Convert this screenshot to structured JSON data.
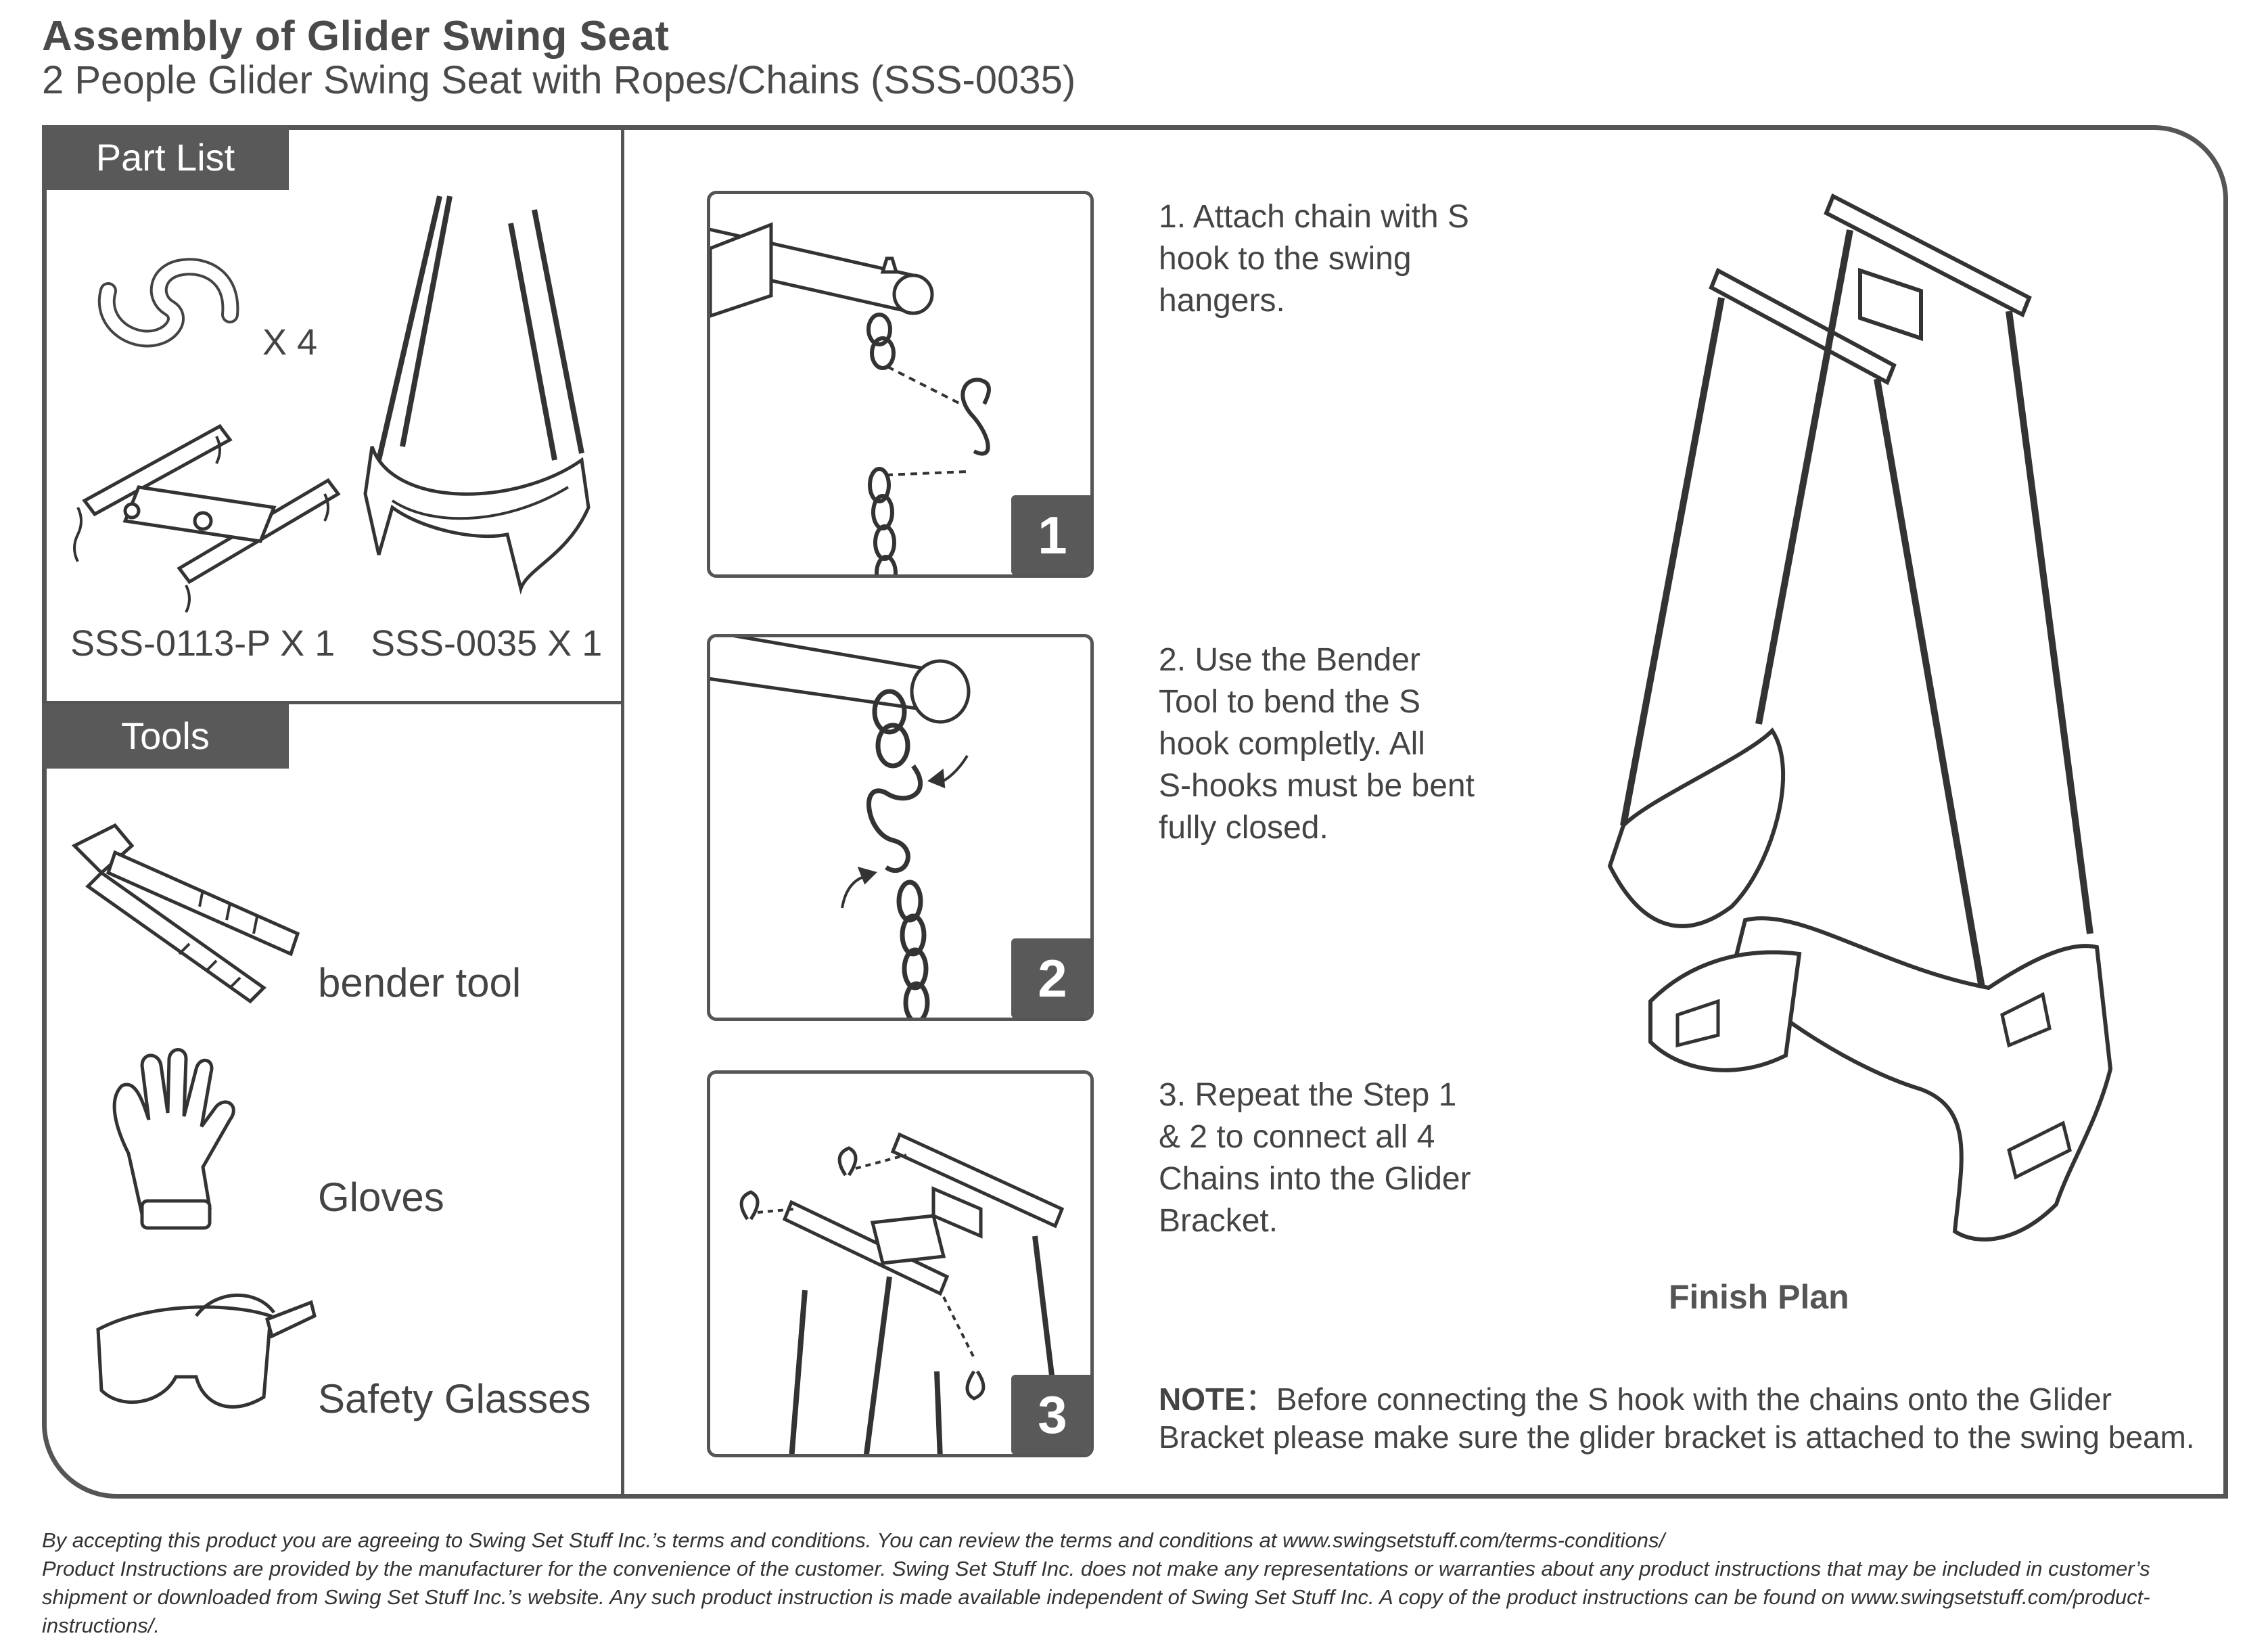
{
  "header": {
    "title": "Assembly of Glider Swing Seat",
    "subtitle": "2 People Glider Swing Seat with Ropes/Chains (SSS-0035)"
  },
  "part_list": {
    "heading": "Part List",
    "s_hook_qty": "X 4",
    "bracket_label": "SSS-0113-P X 1",
    "seat_label": "SSS-0035 X 1"
  },
  "tools": {
    "heading": "Tools",
    "items": [
      "bender tool",
      "Gloves",
      "Safety Glasses"
    ]
  },
  "steps": [
    {
      "number": "1",
      "text": "1. Attach chain with S\nhook to the swing\nhangers."
    },
    {
      "number": "2",
      "text": "2. Use the Bender\nTool to bend the S\nhook completly. All\nS-hooks must be bent\nfully closed."
    },
    {
      "number": "3",
      "text": "3. Repeat the Step 1\n& 2 to connect all 4\nChains into the Glider\nBracket."
    }
  ],
  "finish_label": "Finish Plan",
  "note": {
    "label": "NOTE",
    "separator": "：",
    "text": "Before connecting the S hook with the chains onto the Glider Bracket please make sure the glider bracket is attached to the swing beam."
  },
  "footer": {
    "line1": "By accepting this product you are agreeing to Swing Set Stuff Inc.’s terms and conditions. You can review the terms and conditions at www.swingsetstuff.com/terms-conditions/",
    "line2": "Product Instructions are provided by the manufacturer for the convenience of the customer. Swing Set Stuff Inc. does not make any representations or warranties about any product instructions that may be included in customer’s shipment or downloaded from Swing Set Stuff Inc.’s website. Any such product instruction is made available independent of Swing Set Stuff Inc.  A copy of the product instructions can be found on www.swingsetstuff.com/product-instructions/."
  },
  "colors": {
    "frame": "#555555",
    "tag_bg": "#595959",
    "tag_text": "#ffffff"
  }
}
